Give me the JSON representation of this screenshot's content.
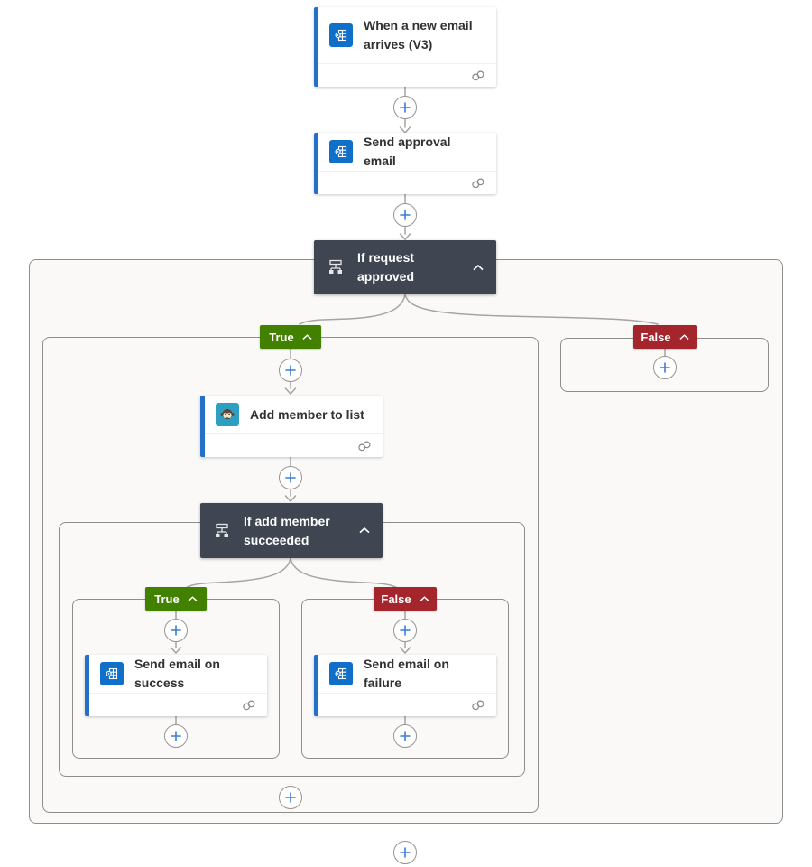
{
  "diagram": {
    "trigger": {
      "title": "When a new email arrives (V3)",
      "icon": "outlook-icon"
    },
    "send_approval": {
      "title": "Send approval email",
      "icon": "outlook-icon"
    },
    "condition_request": {
      "title": "If request approved",
      "icon": "condition-icon"
    },
    "add_member": {
      "title": "Add member to list",
      "icon": "mailchimp-icon"
    },
    "condition_member": {
      "title": "If add member succeeded",
      "icon": "condition-icon"
    },
    "send_success": {
      "title": "Send email on success",
      "icon": "outlook-icon"
    },
    "send_failure": {
      "title": "Send email on failure",
      "icon": "outlook-icon"
    },
    "labels": {
      "true": "True",
      "false": "False"
    }
  },
  "colors": {
    "card_accent": "#2470c8",
    "outlook_icon_bg": "#1070c9",
    "mailchimp_icon_bg": "#2e9ec1",
    "condition_bg": "#3f4652",
    "true_badge": "#428000",
    "false_badge": "#a4262c",
    "plus_icon": "#3b7dd8",
    "connector_line": "#a6a4a2",
    "container_border": "#8f8d8b",
    "container_bg": "#faf9f8"
  }
}
